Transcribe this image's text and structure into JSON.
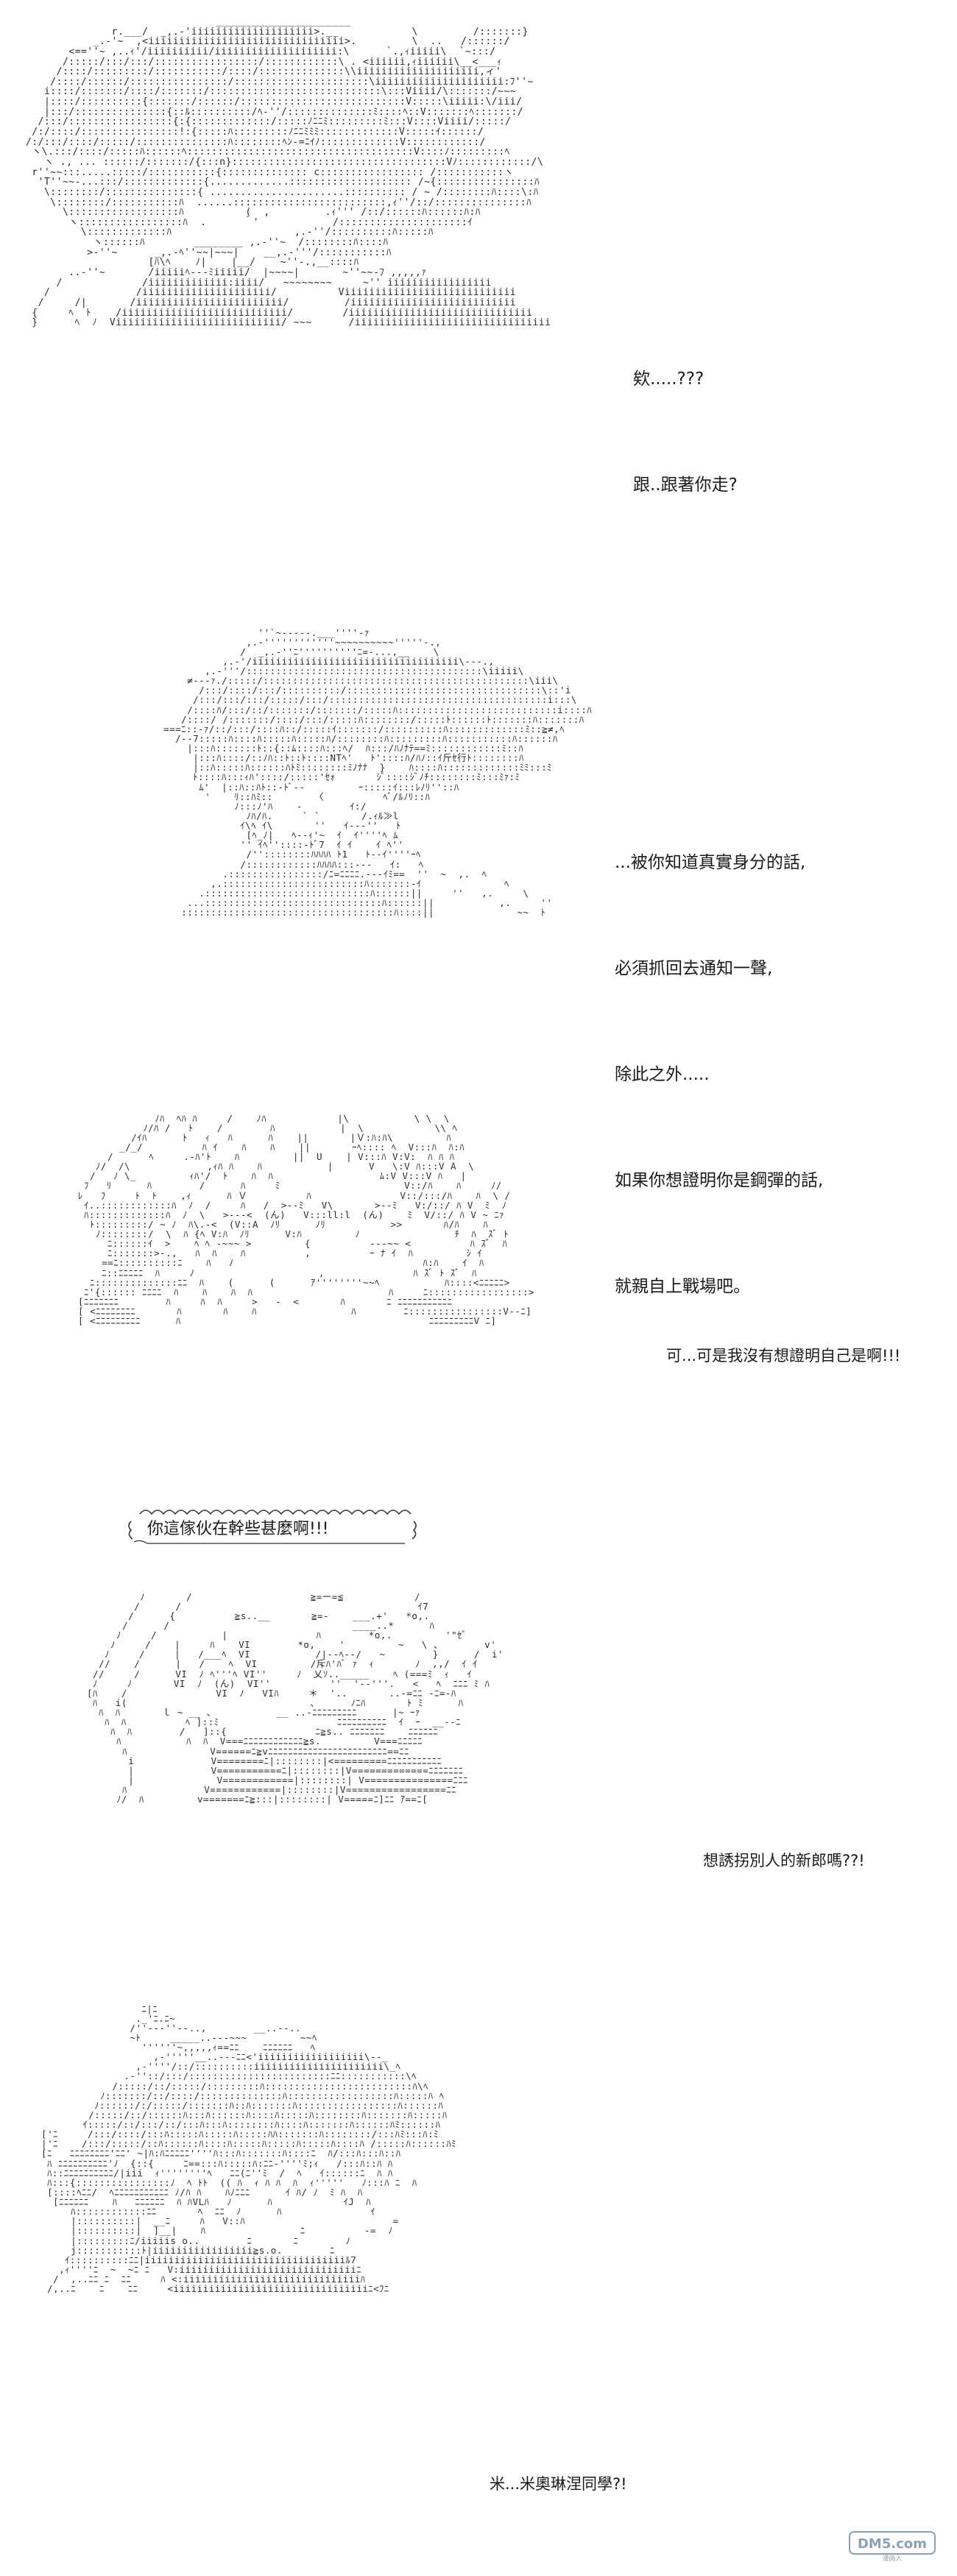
{
  "panels": [
    {
      "dialogue": [
        "欸.....???",
        "跟..跟著你走?"
      ]
    },
    {
      "dialogue": [
        "...被你知道真實身分的話,",
        "必須抓回去通知一聲,",
        "除此之外.....",
        "如果你想證明你是鋼彈的話,",
        "就親自上戰場吧。"
      ]
    },
    {
      "dialogue": [
        "可...可是我沒有想證明自己是啊!!!"
      ]
    },
    {
      "shout": "你這傢伙在幹些甚麼啊!!!",
      "dialogue": [
        "想誘拐別人的新郎嗎??!"
      ]
    },
    {
      "dialogue": [
        "米...米奧琳涅同學?!"
      ]
    }
  ],
  "watermark": {
    "text": "DM5.com",
    "subtext": "漫画人"
  },
  "colors": {
    "ink": "#222222",
    "background": "#ffffff",
    "watermark": "#8aa0b8"
  }
}
